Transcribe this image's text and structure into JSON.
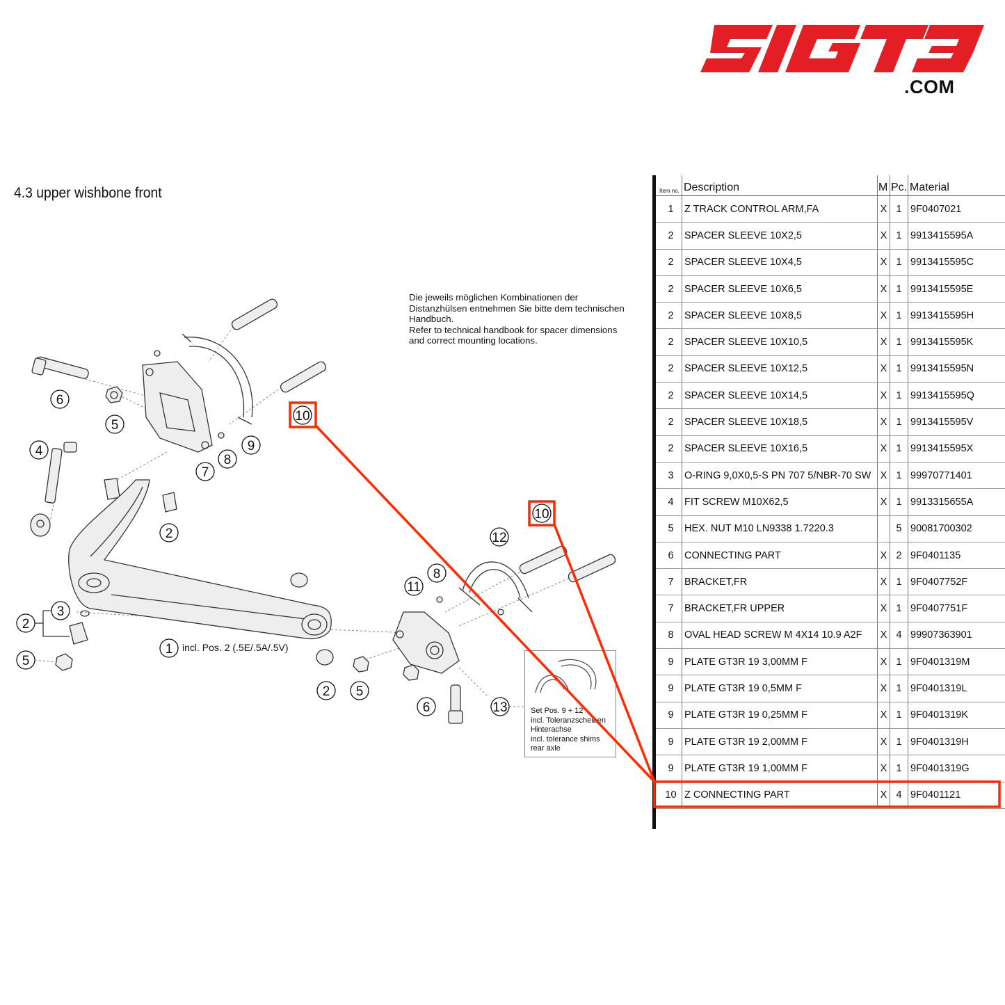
{
  "logo": {
    "text": "SIGT3",
    "suffix": ".COM",
    "color": "#e31e24"
  },
  "section_title": "4.3  upper wishbone front",
  "note_lines": [
    "Die jeweils möglichen Kombinationen der",
    "Distanzhülsen entnehmen Sie bitte dem technischen",
    "Handbuch.",
    "Refer to technical handbook for spacer dimensions",
    "and correct mounting locations."
  ],
  "diagram": {
    "callouts": {
      "c6a": "6",
      "c5a": "5",
      "c7": "7",
      "c8a": "8",
      "c9": "9",
      "c10a": "10",
      "c4": "4",
      "c2a": "2",
      "c3": "3",
      "c2b": "2",
      "c5b": "5",
      "c1": "1",
      "c2c": "2",
      "c5c": "5",
      "c11": "11",
      "c8b": "8",
      "c12": "12",
      "c10b": "10",
      "c6b": "6",
      "c13": "13"
    },
    "pos1_note": "incl. Pos. 2 (.5E/.5A/.5V)",
    "set_box_lines": [
      "Set Pos. 9 + 12",
      "incl. Toleranzscheiben",
      "Hinterachse",
      "incl. tolerance shims",
      "rear axle"
    ]
  },
  "highlight_color": "#ff2a00",
  "table": {
    "headers": {
      "item": "Item no.",
      "description": "Description",
      "m": "M",
      "pc": "Pc.",
      "material": "Material"
    },
    "rows": [
      {
        "item": "1",
        "description": "Z TRACK CONTROL ARM,FA",
        "m": "X",
        "pc": "1",
        "material": "9F0407021"
      },
      {
        "item": "2",
        "description": "SPACER SLEEVE 10X2,5",
        "m": "X",
        "pc": "1",
        "material": "9913415595A"
      },
      {
        "item": "2",
        "description": "SPACER SLEEVE 10X4,5",
        "m": "X",
        "pc": "1",
        "material": "9913415595C"
      },
      {
        "item": "2",
        "description": "SPACER SLEEVE 10X6,5",
        "m": "X",
        "pc": "1",
        "material": "9913415595E"
      },
      {
        "item": "2",
        "description": "SPACER SLEEVE 10X8,5",
        "m": "X",
        "pc": "1",
        "material": "9913415595H"
      },
      {
        "item": "2",
        "description": "SPACER SLEEVE 10X10,5",
        "m": "X",
        "pc": "1",
        "material": "9913415595K"
      },
      {
        "item": "2",
        "description": "SPACER SLEEVE 10X12,5",
        "m": "X",
        "pc": "1",
        "material": "9913415595N"
      },
      {
        "item": "2",
        "description": "SPACER SLEEVE 10X14,5",
        "m": "X",
        "pc": "1",
        "material": "9913415595Q"
      },
      {
        "item": "2",
        "description": "SPACER SLEEVE 10X18,5",
        "m": "X",
        "pc": "1",
        "material": "9913415595V"
      },
      {
        "item": "2",
        "description": "SPACER SLEEVE 10X16,5",
        "m": "X",
        "pc": "1",
        "material": "9913415595X"
      },
      {
        "item": "3",
        "description": "O-RING 9,0X0,5-S PN 707 5/NBR-70 SW",
        "m": "X",
        "pc": "1",
        "material": "99970771401"
      },
      {
        "item": "4",
        "description": "FIT SCREW M10X62,5",
        "m": "X",
        "pc": "1",
        "material": "9913315655A"
      },
      {
        "item": "5",
        "description": "HEX. NUT M10 LN9338 1.7220.3",
        "m": "",
        "pc": "5",
        "material": "90081700302"
      },
      {
        "item": "6",
        "description": "CONNECTING PART",
        "m": "X",
        "pc": "2",
        "material": "9F0401135"
      },
      {
        "item": "7",
        "description": "BRACKET,FR",
        "m": "X",
        "pc": "1",
        "material": "9F0407752F"
      },
      {
        "item": "7",
        "description": "BRACKET,FR UPPER",
        "m": "X",
        "pc": "1",
        "material": "9F0407751F"
      },
      {
        "item": "8",
        "description": "OVAL HEAD SCREW M 4X14 10.9 A2F",
        "m": "X",
        "pc": "4",
        "material": "99907363901"
      },
      {
        "item": "9",
        "description": "PLATE GT3R 19 3,00MM F",
        "m": "X",
        "pc": "1",
        "material": "9F0401319M"
      },
      {
        "item": "9",
        "description": "PLATE GT3R 19 0,5MM F",
        "m": "X",
        "pc": "1",
        "material": "9F0401319L"
      },
      {
        "item": "9",
        "description": "PLATE GT3R 19 0,25MM F",
        "m": "X",
        "pc": "1",
        "material": "9F0401319K"
      },
      {
        "item": "9",
        "description": "PLATE GT3R 19 2,00MM F",
        "m": "X",
        "pc": "1",
        "material": "9F0401319H"
      },
      {
        "item": "9",
        "description": "PLATE GT3R 19 1,00MM F",
        "m": "X",
        "pc": "1",
        "material": "9F0401319G"
      },
      {
        "item": "10",
        "description": "Z CONNECTING PART",
        "m": "X",
        "pc": "4",
        "material": "9F0401121"
      }
    ]
  }
}
